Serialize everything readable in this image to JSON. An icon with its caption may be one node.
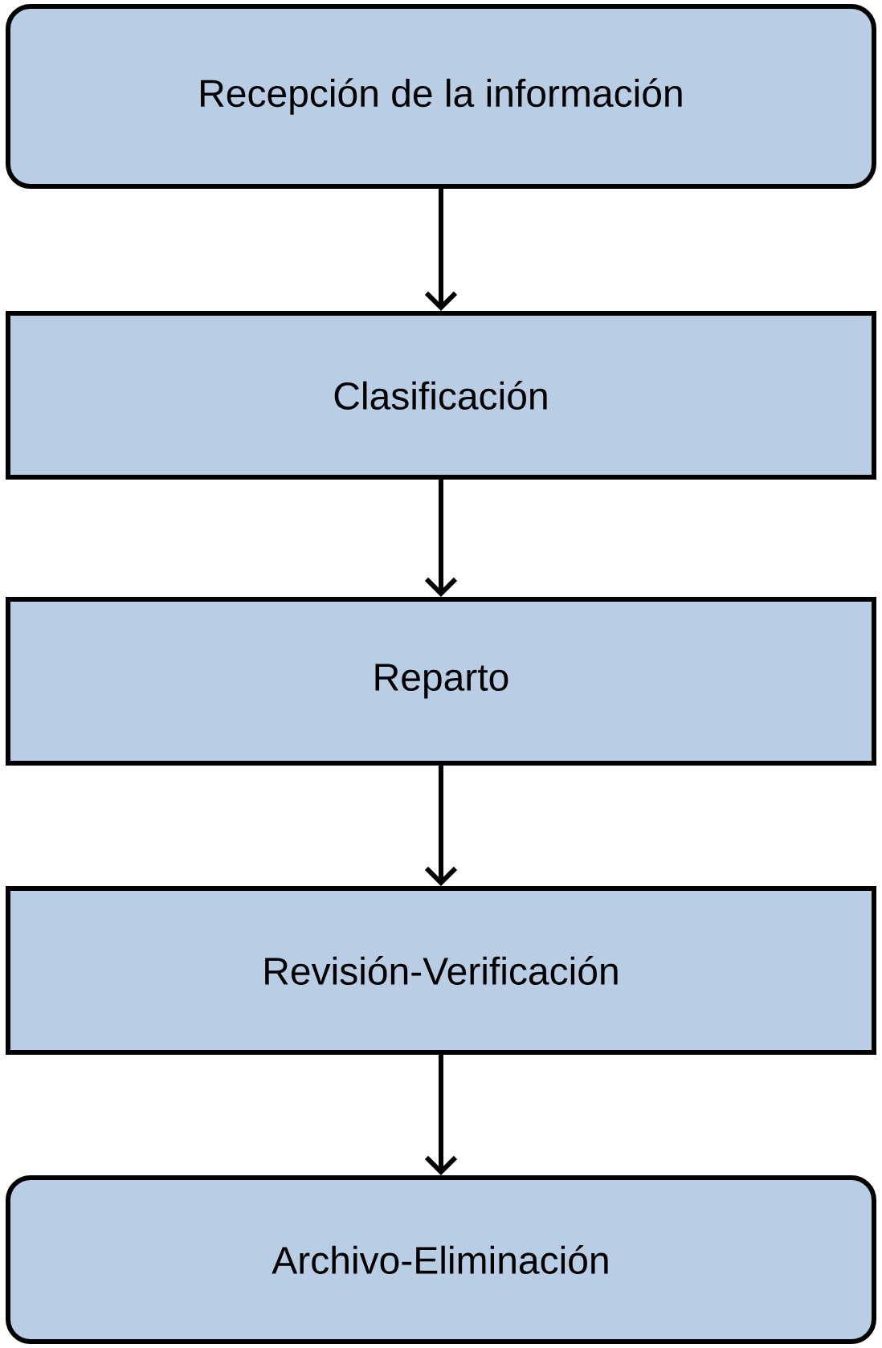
{
  "diagram": {
    "nodes": [
      {
        "text": [
          "Recepción de la información"
        ]
      },
      {
        "text": [
          "Clasificación"
        ]
      },
      {
        "text": [
          "Reparto"
        ]
      },
      {
        "text": [
          "Revisión-Verificación"
        ]
      },
      {
        "text": [
          "Archivo-Eliminación"
        ]
      }
    ],
    "edges": [
      {
        "from": 0,
        "to": 1,
        "arrow": "to"
      },
      {
        "from": 1,
        "to": 2,
        "arrow": "to"
      },
      {
        "from": 2,
        "to": 3,
        "arrow": "to"
      },
      {
        "from": 3,
        "to": 4,
        "arrow": "to"
      }
    ]
  }
}
